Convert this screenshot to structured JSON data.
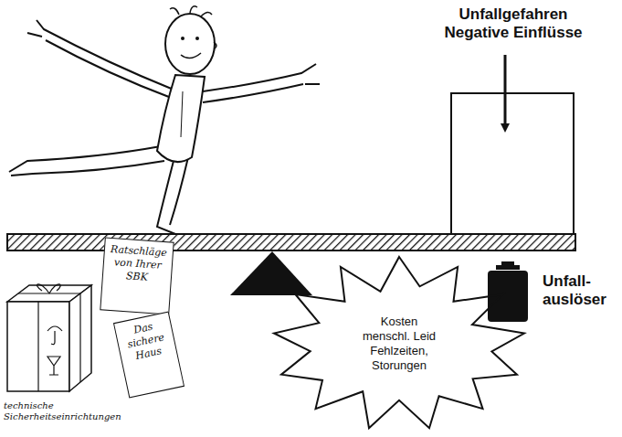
{
  "diagram": {
    "nodes": [
      {
        "text": [
          "Ratschläge von Ihrer SBK"
        ]
      },
      {
        "text": [
          "Das sichere Haus"
        ]
      },
      {
        "text": [
          "Kosten menschl. Leid Fehlzeiten, Storungen"
        ]
      }
    ],
    "labels": [
      "Unfallgefahren Negative Einflüsse",
      "Unfall- auslöser",
      "technische Sicherheitseinrichtungen"
    ]
  }
}
